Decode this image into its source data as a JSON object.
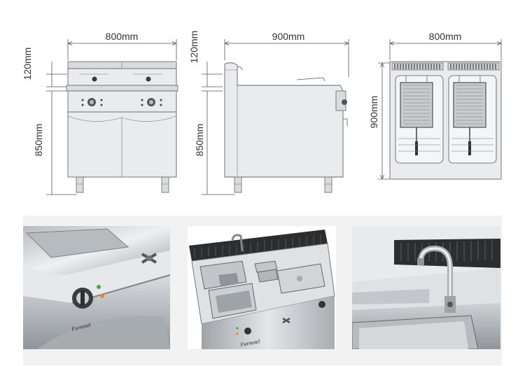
{
  "drawings": {
    "front_view": {
      "width_label": "800mm",
      "top_height_label": "120mm",
      "body_height_label": "850mm"
    },
    "side_view": {
      "depth_label": "900mm",
      "top_height_label": "120mm",
      "body_height_label": "850mm"
    },
    "top_view": {
      "width_label": "800mm",
      "depth_label": "900mm"
    }
  },
  "photos": {
    "detail_left": {
      "logo_text": "Furnotel",
      "icon": "control-knob-icon"
    },
    "center_unit": {
      "logo_text": "Furnotel",
      "icon": "gastronorm-pan-icon"
    },
    "detail_right": {
      "icon": "water-tap-icon"
    }
  },
  "colors": {
    "steel": "#e9ebed",
    "outline": "#555555",
    "background": "#ffffff",
    "photo_band": "#f2f2f2"
  }
}
